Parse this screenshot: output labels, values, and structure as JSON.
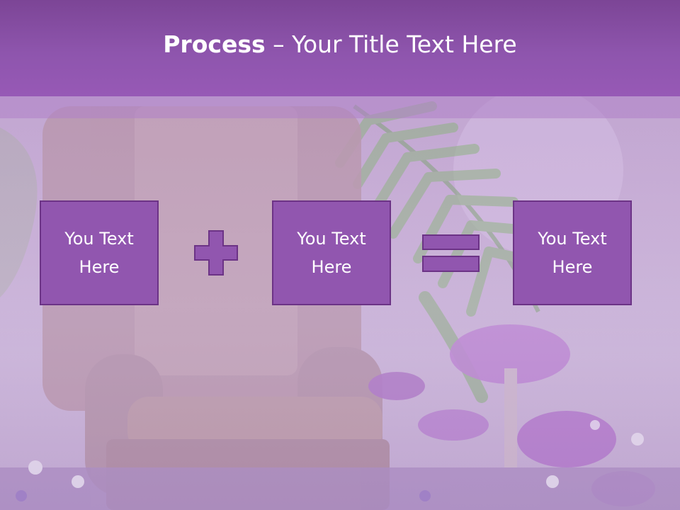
{
  "slide": {
    "title_bold": "Process",
    "title_rest": " – Your Title Text Here"
  },
  "boxes": [
    {
      "text": "You Text Here"
    },
    {
      "text": "You Text Here"
    },
    {
      "text": "You Text Here"
    }
  ],
  "operators": [
    "plus-icon",
    "equals-icon"
  ],
  "colors": {
    "title_bar": "#8e55ad",
    "box_fill": "#9156af",
    "box_border": "#6c3386",
    "text": "#ffffff"
  }
}
